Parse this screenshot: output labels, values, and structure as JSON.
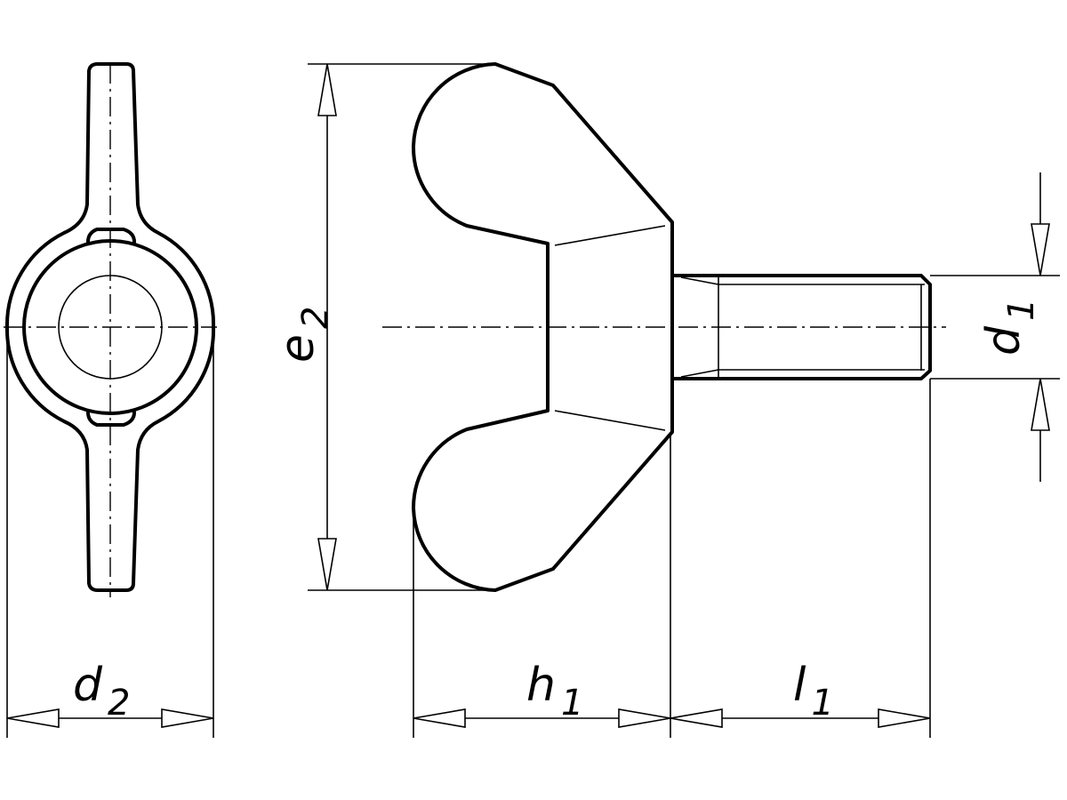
{
  "labels": {
    "d2": {
      "main": "d",
      "sub": "2"
    },
    "e2": {
      "main": "e",
      "sub": "2"
    },
    "h1": {
      "main": "h",
      "sub": "1"
    },
    "l1": {
      "main": "l",
      "sub": "1"
    },
    "d1": {
      "main": "d",
      "sub": "1"
    }
  }
}
